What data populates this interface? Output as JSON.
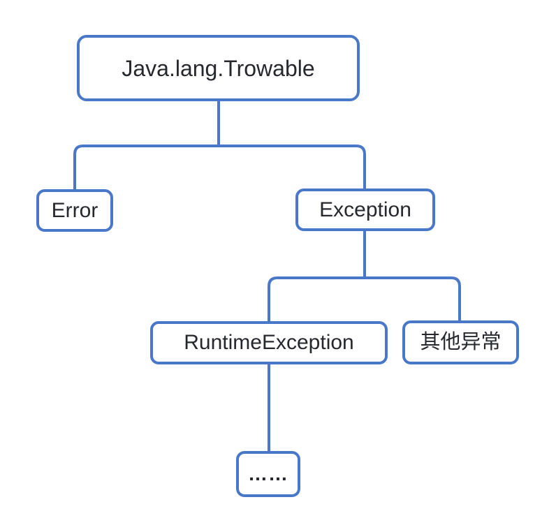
{
  "colors": {
    "node_border": "#4a78c8",
    "node_text": "#26282e",
    "background": "#ffffff"
  },
  "diagram": {
    "type": "tree",
    "nodes": {
      "throwable": {
        "label": "Java.lang.Trowable"
      },
      "error": {
        "label": "Error"
      },
      "exception": {
        "label": "Exception"
      },
      "runtime_exception": {
        "label": "RuntimeException"
      },
      "other_exception": {
        "label": "其他异常"
      },
      "ellipsis": {
        "label": "……"
      }
    },
    "edges": [
      {
        "from": "throwable",
        "to": "error"
      },
      {
        "from": "throwable",
        "to": "exception"
      },
      {
        "from": "exception",
        "to": "runtime_exception"
      },
      {
        "from": "exception",
        "to": "other_exception"
      },
      {
        "from": "runtime_exception",
        "to": "ellipsis"
      }
    ]
  }
}
